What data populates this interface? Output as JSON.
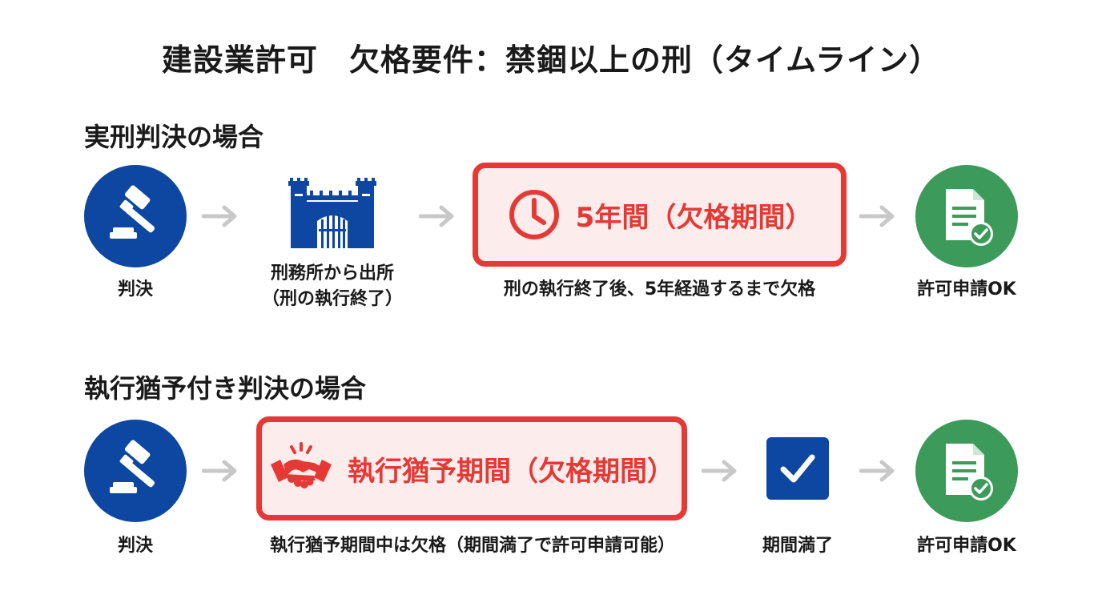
{
  "title": "建設業許可　欠格要件：禁錮以上の刑（タイムライン）",
  "section1": {
    "heading": "実刑判決の場合",
    "step1_label": "判決",
    "step2_label_line1": "刑務所から出所",
    "step2_label_line2": "（刑の執行終了）",
    "box_text": "5年間（欠格期間）",
    "box_caption": "刑の執行終了後、5年経過するまで欠格",
    "step4_label": "許可申請OK"
  },
  "section2": {
    "heading": "執行猶予付き判決の場合",
    "step1_label": "判決",
    "box_text": "執行猶予期間（欠格期間）",
    "box_caption": "執行猶予期間中は欠格（期間満了で許可申請可能）",
    "step3_label": "期間満了",
    "step4_label": "許可申請OK"
  },
  "icons": {
    "gavel": "gavel-icon",
    "prison": "prison-icon",
    "clock": "clock-icon",
    "handshake": "handshake-icon",
    "checkbox": "checkbox-icon",
    "document": "document-check-icon",
    "arrow": "arrow-right-icon"
  },
  "colors": {
    "blue": "#0d47a1",
    "green": "#3c9b5a",
    "red": "#e53935",
    "red_fill": "#fdecec",
    "arrow_gray": "#c8c8c8"
  }
}
